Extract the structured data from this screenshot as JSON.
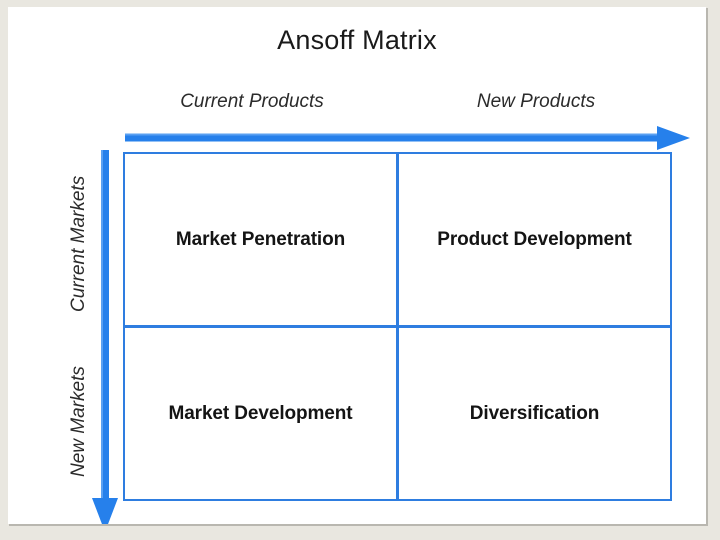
{
  "diagram": {
    "title": "Ansoff Matrix",
    "type": "2x2-matrix",
    "colors": {
      "arrow": "#2680EB",
      "grid_border": "#2E7DE0",
      "text": "#141414",
      "canvas": "#FFFFFF",
      "frame": "#E9E7E0"
    },
    "axes": {
      "horizontal": {
        "name": "products-axis",
        "direction": "left-to-right",
        "labels": [
          "Current Products",
          "New Products"
        ]
      },
      "vertical": {
        "name": "markets-axis",
        "direction": "top-to-bottom",
        "labels": [
          "Current Markets",
          "New Markets"
        ]
      }
    },
    "column_headers": [
      {
        "id": "current-products",
        "label": "Current Products"
      },
      {
        "id": "new-products",
        "label": "New Products"
      }
    ],
    "row_headers": [
      {
        "id": "current-markets",
        "label": "Current Markets"
      },
      {
        "id": "new-markets",
        "label": "New Markets"
      }
    ],
    "quadrants": [
      {
        "id": "market-penetration",
        "label": "Market Penetration",
        "row": "Current Markets",
        "column": "Current Products"
      },
      {
        "id": "product-development",
        "label": "Product Development",
        "row": "Current Markets",
        "column": "New Products"
      },
      {
        "id": "market-development",
        "label": "Market Development",
        "row": "New Markets",
        "column": "Current Products"
      },
      {
        "id": "diversification",
        "label": "Diversification",
        "row": "New Markets",
        "column": "New Products"
      }
    ]
  }
}
